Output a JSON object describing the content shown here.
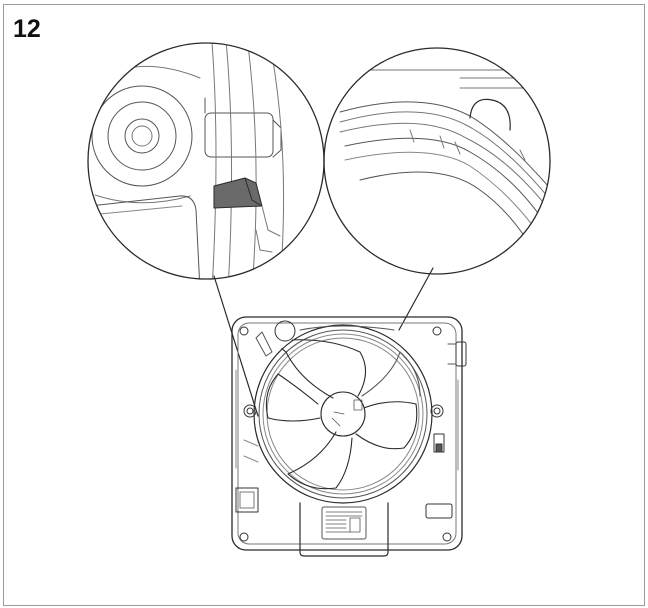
{
  "step": {
    "number": "12"
  },
  "colors": {
    "line": "#2a2a2a",
    "thin_line": "#7a7a7a",
    "highlight_part": "#6a6a6a",
    "frame_border": "#9a9a9a"
  },
  "icons": {
    "left_detail": "magnified-latch-detail",
    "right_detail": "magnified-ring-notch-detail",
    "main": "fan-unit-rear-view"
  }
}
